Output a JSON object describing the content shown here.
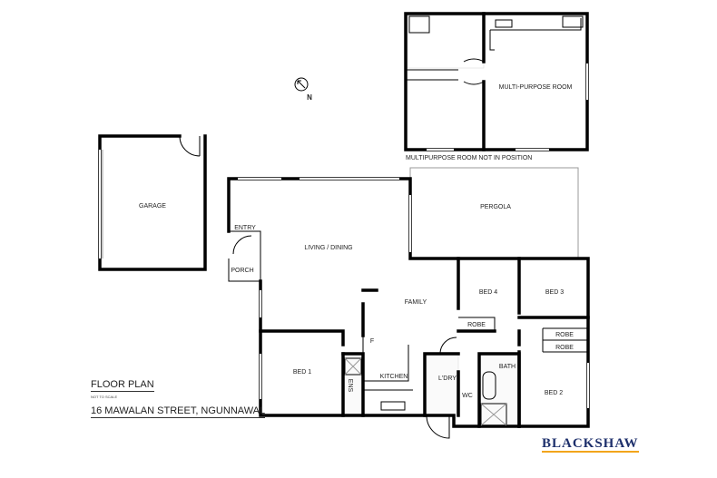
{
  "plan": {
    "title": "FLOOR PLAN",
    "subtitle": "NOT TO SCALE",
    "address": "16 MAWALAN STREET, NGUNNAWAL",
    "note": "MULTIPURPOSE ROOM NOT IN POSITION",
    "north_label": "N",
    "brand": "BLACKSHAW",
    "brand_color": "#1d2f6b",
    "brand_accent": "#f2a51b"
  },
  "rooms": {
    "multi_purpose": "MULTI-PURPOSE ROOM",
    "garage": "GARAGE",
    "pergola": "PERGOLA",
    "entry": "ENTRY",
    "porch": "PORCH",
    "living": "LIVING / DINING",
    "family": "FAMILY",
    "bed4": "BED 4",
    "bed3": "BED 3",
    "robe1": "ROBE",
    "robe2": "ROBE",
    "robe3": "ROBE",
    "bed1": "BED 1",
    "kitchen": "KITCHEN",
    "laundry": "L'DRY",
    "bath": "BATH",
    "wc": "WC",
    "bed2": "BED 2",
    "ensuite": "ENS",
    "fridge": "F"
  }
}
